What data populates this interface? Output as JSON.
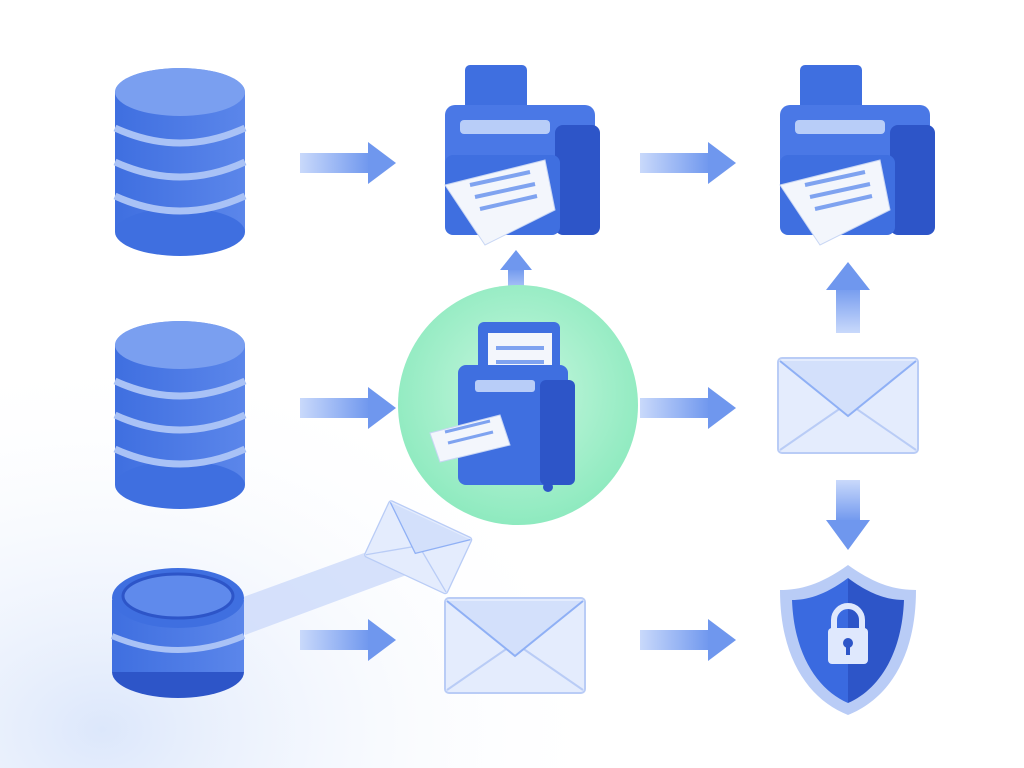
{
  "diagram": {
    "nodes": [
      {
        "id": "db1",
        "icon": "database-icon"
      },
      {
        "id": "db2",
        "icon": "database-icon"
      },
      {
        "id": "db3",
        "icon": "database-disk-icon"
      },
      {
        "id": "printer1",
        "icon": "printer-icon"
      },
      {
        "id": "printer2",
        "icon": "printer-icon"
      },
      {
        "id": "fax-hub",
        "icon": "fax-machine-icon",
        "highlighted": true
      },
      {
        "id": "envelope-right",
        "icon": "envelope-icon"
      },
      {
        "id": "envelope-bottom",
        "icon": "envelope-icon"
      },
      {
        "id": "envelope-floating",
        "icon": "envelope-icon"
      },
      {
        "id": "shield",
        "icon": "shield-lock-icon"
      }
    ],
    "edges": [
      {
        "from": "db1",
        "to": "printer1"
      },
      {
        "from": "printer1",
        "to": "printer2"
      },
      {
        "from": "db2",
        "to": "fax-hub"
      },
      {
        "from": "fax-hub",
        "to": "printer1"
      },
      {
        "from": "fax-hub",
        "to": "envelope-right"
      },
      {
        "from": "envelope-right",
        "to": "printer2"
      },
      {
        "from": "envelope-right",
        "to": "shield"
      },
      {
        "from": "db3",
        "to": "envelope-bottom"
      },
      {
        "from": "db3",
        "to": "envelope-floating"
      },
      {
        "from": "envelope-bottom",
        "to": "shield"
      }
    ]
  },
  "colors": {
    "primary_blue": "#3f6fe0",
    "dark_blue": "#2d55c8",
    "light_blue": "#7fa3f0",
    "arrow_blue": "#8fb0f5",
    "hub_green": "#9ff0c8",
    "envelope_fill": "#e4ecfd",
    "paper": "#f3f6fc"
  }
}
